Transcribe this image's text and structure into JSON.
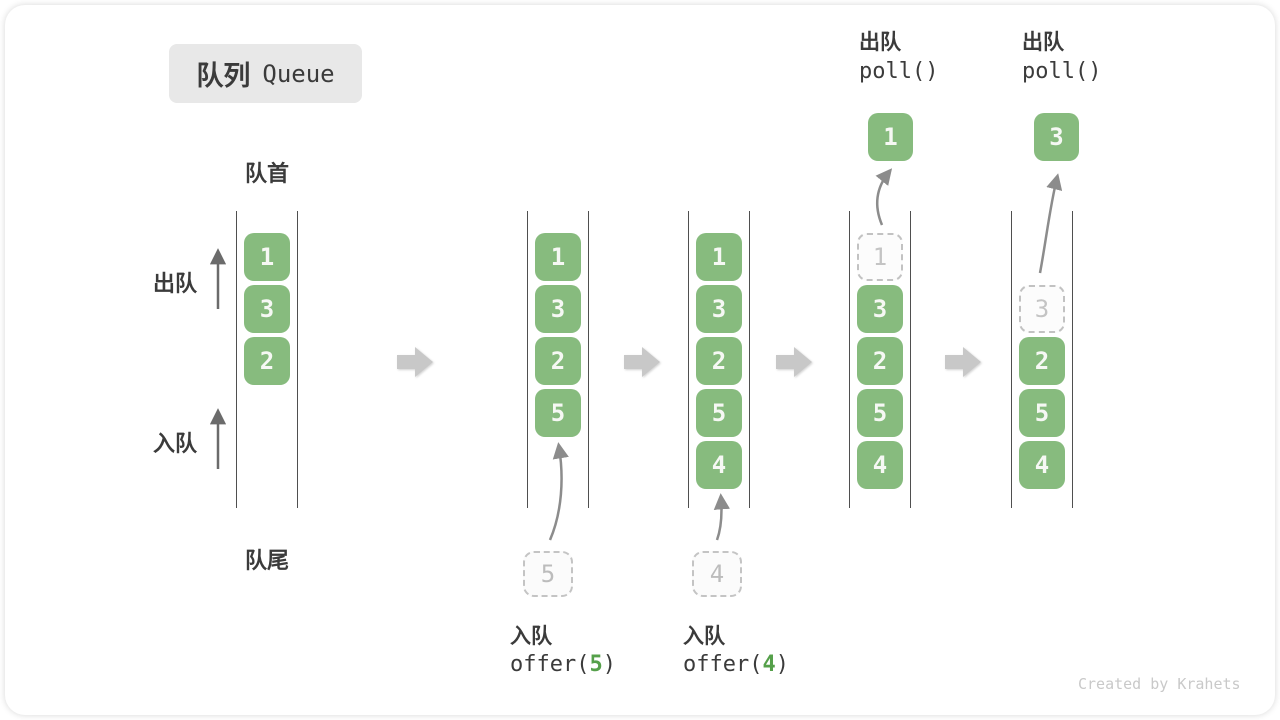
{
  "title": {
    "zh": "队列",
    "en": "Queue"
  },
  "side_labels": {
    "front": "队首",
    "rear": "队尾",
    "dequeue": "出队",
    "enqueue": "入队"
  },
  "watermark": "Created by Krahets",
  "colors": {
    "box_green": "#87bb7e",
    "box_text": "#f6f8f4",
    "code_accent_green": "#55a04a",
    "column_line": "#4f4f4f",
    "dashed_border": "#c4c4c4",
    "block_arrow": "#c8c8c8",
    "curve_arrow": "#8c8c8c",
    "label_dark": "#3b3b3b",
    "title_bg": "#e8e8e8",
    "watermark_gray": "#c9c9c9"
  },
  "icons": [
    "flow-arrow-right-icon",
    "up-arrow-icon",
    "curved-arrow-icon"
  ],
  "states": [
    {
      "boxes": [
        {
          "value": "1",
          "slot": 0,
          "dashed": false
        },
        {
          "value": "3",
          "slot": 1,
          "dashed": false
        },
        {
          "value": "2",
          "slot": 2,
          "dashed": false
        }
      ]
    },
    {
      "boxes": [
        {
          "value": "1",
          "slot": 0,
          "dashed": false
        },
        {
          "value": "3",
          "slot": 1,
          "dashed": false
        },
        {
          "value": "2",
          "slot": 2,
          "dashed": false
        },
        {
          "value": "5",
          "slot": 3,
          "dashed": false
        }
      ],
      "pending": {
        "value": "5"
      },
      "op": {
        "position": "bottom",
        "zh": "入队",
        "code": [
          {
            "t": "offer("
          },
          {
            "t": "5",
            "accent": true
          },
          {
            "t": ")"
          }
        ]
      }
    },
    {
      "boxes": [
        {
          "value": "1",
          "slot": 0,
          "dashed": false
        },
        {
          "value": "3",
          "slot": 1,
          "dashed": false
        },
        {
          "value": "2",
          "slot": 2,
          "dashed": false
        },
        {
          "value": "5",
          "slot": 3,
          "dashed": false
        },
        {
          "value": "4",
          "slot": 4,
          "dashed": false
        }
      ],
      "pending": {
        "value": "4"
      },
      "op": {
        "position": "bottom",
        "zh": "入队",
        "code": [
          {
            "t": "offer("
          },
          {
            "t": "4",
            "accent": true
          },
          {
            "t": ")"
          }
        ]
      }
    },
    {
      "boxes": [
        {
          "value": "1",
          "slot": 0,
          "dashed": true
        },
        {
          "value": "3",
          "slot": 1,
          "dashed": false
        },
        {
          "value": "2",
          "slot": 2,
          "dashed": false
        },
        {
          "value": "5",
          "slot": 3,
          "dashed": false
        },
        {
          "value": "4",
          "slot": 4,
          "dashed": false
        }
      ],
      "popped": {
        "value": "1"
      },
      "op": {
        "position": "top",
        "zh": "出队",
        "code": [
          {
            "t": "poll()"
          }
        ]
      }
    },
    {
      "boxes": [
        {
          "value": "3",
          "slot": 1,
          "dashed": true
        },
        {
          "value": "2",
          "slot": 2,
          "dashed": false
        },
        {
          "value": "5",
          "slot": 3,
          "dashed": false
        },
        {
          "value": "4",
          "slot": 4,
          "dashed": false
        }
      ],
      "popped": {
        "value": "3"
      },
      "op": {
        "position": "top",
        "zh": "出队",
        "code": [
          {
            "t": "poll()"
          }
        ]
      }
    }
  ]
}
